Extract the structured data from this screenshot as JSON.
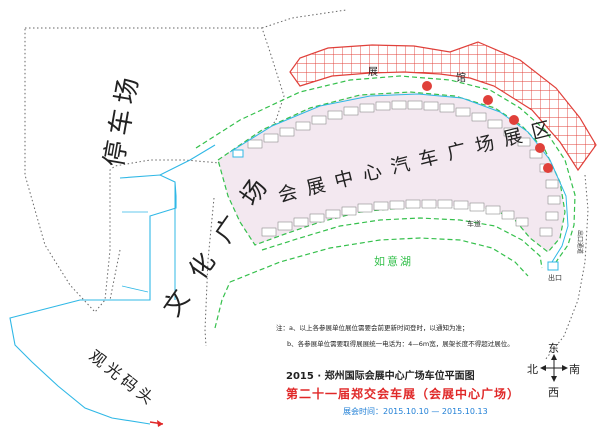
{
  "labels": {
    "parking": "停车场",
    "culture_square": "文化广场",
    "sightseeing_dock": "观光码头",
    "expo_area": "会展中心汽车广场展区",
    "hall_1": "展",
    "hall_2": "馆",
    "lake": "如意湖",
    "ramp": "车道",
    "exit": "出口",
    "side_entrance": "出口通道"
  },
  "colors": {
    "exhibition_fill": "#f3e8f0",
    "hall_grid": "#e0403a",
    "green_dash": "#35c04c",
    "cyan_line": "#30b8e6",
    "road_dots": "#666666",
    "title_red": "#e02828",
    "date_blue": "#1f7fd6"
  },
  "notes": [
    "注：a、以上各参展单位展位需要会前更新时间登时，以通知为准；",
    "b、各参展单位需要取得展展统一电话为：4—6m宽，展架长度不得超过展位。"
  ],
  "title": {
    "map_title": "2015 · 郑州国际会展中心广场车位平面图",
    "event_title": "第二十一届郑交会车展（会展中心广场）",
    "date": "展会时间：2015.10.10 — 2015.10.13"
  },
  "compass": {
    "east": "东",
    "west": "西",
    "south": "南",
    "north": "北"
  }
}
